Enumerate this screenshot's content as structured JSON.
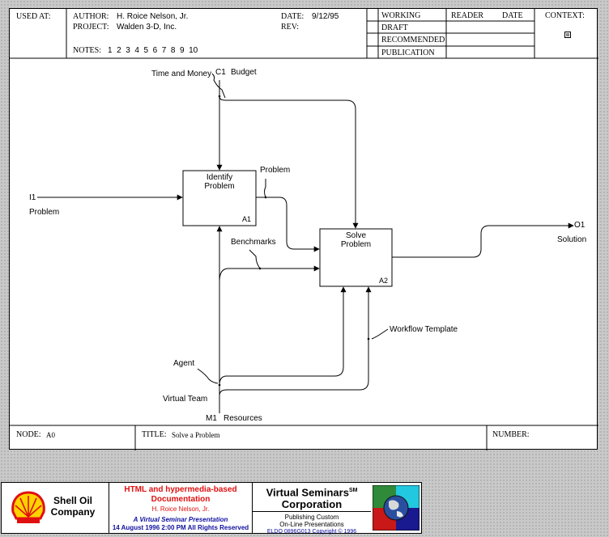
{
  "header": {
    "used_at_label": "USED AT:",
    "author_label": "AUTHOR:",
    "author_value": "H. Roice Nelson, Jr.",
    "project_label": "PROJECT:",
    "project_value": "Walden 3-D, Inc.",
    "notes_label": "NOTES:",
    "notes_numbers": "1  2  3  4  5  6  7  8  9  10",
    "date_label": "DATE:",
    "date_value": "9/12/95",
    "rev_label": "REV:",
    "status": [
      "WORKING",
      "DRAFT",
      "RECOMMENDED",
      "PUBLICATION"
    ],
    "reader_label": "READER",
    "reader_date_label": "DATE",
    "context_label": "CONTEXT:"
  },
  "diagram": {
    "control_label": "Time and Money",
    "control_code": "C1",
    "control_name": "Budget",
    "input_code": "I1",
    "input_name": "Problem",
    "box_a1_title_1": "Identify",
    "box_a1_title_2": "Problem",
    "box_a1_num": "A1",
    "box_a2_title_1": "Solve",
    "box_a2_title_2": "Problem",
    "box_a2_num": "A2",
    "problem_label": "Problem",
    "benchmarks_label": "Benchmarks",
    "output_code": "O1",
    "output_name": "Solution",
    "workflow_label": "Workflow Template",
    "agent_label": "Agent",
    "virtual_team_label": "Virtual Team",
    "mechanism_code": "M1",
    "mechanism_name": "Resources"
  },
  "footer": {
    "node_label": "NODE:",
    "node_value": "A0",
    "title_label": "TITLE:",
    "title_value": "Solve a Problem",
    "number_label": "NUMBER:"
  },
  "banner": {
    "company_line1": "Shell Oil",
    "company_line2": "Company",
    "doc_title_1": "HTML and hypermedia-based",
    "doc_title_2": "Documentation",
    "doc_author": "H. Roice Nelson, Jr.",
    "presentation": "A Virtual Seminar Presentation",
    "date_line": "14 August 1996  2:00 PM   All Rights Reserved",
    "vs_name_1": "Virtual Seminars",
    "vs_sm": "SM",
    "vs_name_2": "Corporation",
    "vs_tag_1": "Publishing Custom",
    "vs_tag_2": "On-Line Presentations",
    "vs_copyright": "ELDO 0896G013 Copyright © 1996",
    "colors": {
      "shell_red": "#e01010",
      "shell_yellow": "#ffd200",
      "dark_blue": "#1010a0"
    }
  }
}
